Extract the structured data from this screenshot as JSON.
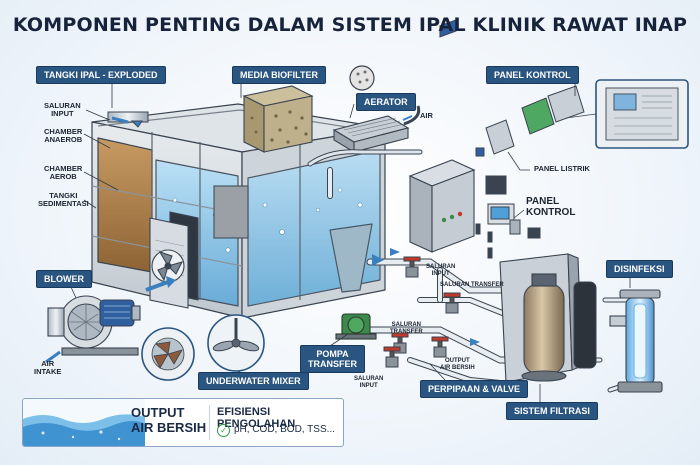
{
  "title": "KOMPONEN PENTING DALAM SISTEM IPAL KLINIK RAWAT INAP",
  "tags": {
    "tangki": "TANGKI IPAL - EXPLODED",
    "media": "MEDIA BIOFILTER",
    "aerator": "AERATOR",
    "panel": "PANEL KONTROL",
    "disinfeksi": "DISINFEKSI",
    "blower": "BLOWER",
    "mixer": "UNDERWATER MIXER",
    "pompa": "POMPA\nTRANSFER",
    "perpipaan": "PERPIPAAN & VALVE",
    "filtrasi": "SISTEM FILTRASI"
  },
  "labels": {
    "saluran_input": "SALURAN\nINPUT",
    "chamber_anaerob": "CHAMBER\nANAEROB",
    "chamber_aerob": "CHAMBER\nAEROB",
    "tangki_sedimentasi": "TANGKI\nSEDIMENTASI",
    "air": "AIR",
    "air_intake": "AIR\nINTAKE",
    "panel_listrik": "PANEL LISTRIK",
    "panel_kontrol": "PANEL\nKONTROL",
    "saluran_input_top": "SALURAN\nINPUT",
    "saluran_transfer_top": "SALURAN TRANSFER",
    "saluran_transfer_mid": "SALURAN\nTRANSFER",
    "output_air_bersih_mid": "OUTPUT\nAIR BERSIH",
    "saluran_input_bottom": "SALURAN\nINPUT"
  },
  "info": {
    "output_line1": "OUTPUT",
    "output_line2": "AIR BERSIH",
    "efisiensi": "EFISIENSI PENGOLAHAN",
    "parameters": "pH, COD, BOD, TSS..."
  },
  "colors": {
    "tag_bg": "#2a5580",
    "title": "#17233b",
    "water": "#8ec8ec",
    "check": "#2e9a4a"
  },
  "icons": [
    "check-circle-icon",
    "fan-icon",
    "pump-icon",
    "valve-icon",
    "uv-lamp-icon",
    "filter-tank-icon"
  ]
}
